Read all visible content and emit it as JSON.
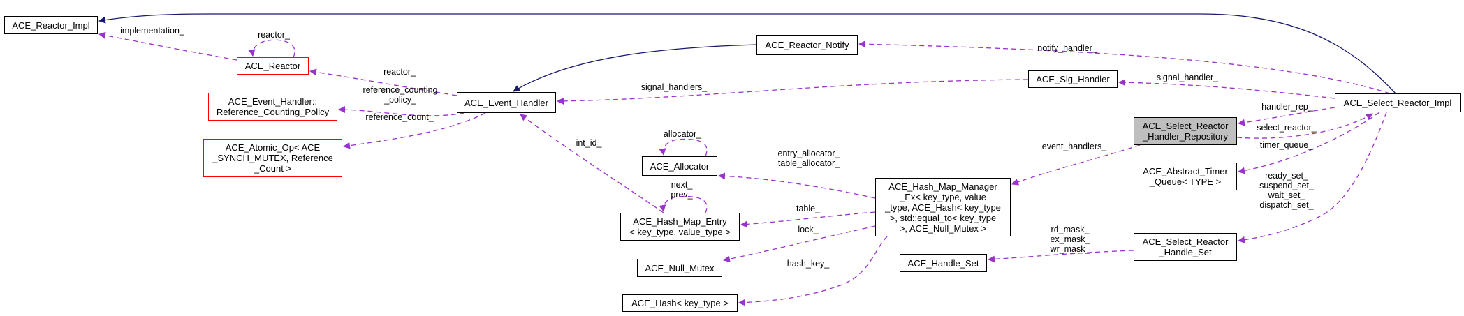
{
  "diagram": {
    "title": "ACE_Select_Reactor_Handler_Repository collaboration graph",
    "colors": {
      "inheritance_edge": "#191970",
      "usage_edge": "#9a32cd",
      "node_border": "#000000",
      "incomplete_node_border": "#ff0000",
      "focus_node_fill": "#bfbfbf"
    },
    "nodes": [
      {
        "id": "reactor_impl",
        "label": "ACE_Reactor_Impl",
        "style": "normal"
      },
      {
        "id": "reactor",
        "label": "ACE_Reactor",
        "style": "red"
      },
      {
        "id": "ref_policy",
        "label": "ACE_Event_Handler::\nReference_Counting_Policy",
        "style": "red"
      },
      {
        "id": "atomic_op",
        "label": "ACE_Atomic_Op< ACE\n_SYNCH_MUTEX, Reference\n_Count >",
        "style": "red"
      },
      {
        "id": "event_handler",
        "label": "ACE_Event_Handler",
        "style": "normal"
      },
      {
        "id": "reactor_notify",
        "label": "ACE_Reactor_Notify",
        "style": "normal"
      },
      {
        "id": "sig_handler",
        "label": "ACE_Sig_Handler",
        "style": "normal"
      },
      {
        "id": "allocator",
        "label": "ACE_Allocator",
        "style": "normal"
      },
      {
        "id": "hash_map_entry",
        "label": "ACE_Hash_Map_Entry\n< key_type, value_type >",
        "style": "normal"
      },
      {
        "id": "null_mutex",
        "label": "ACE_Null_Mutex",
        "style": "normal"
      },
      {
        "id": "ace_hash",
        "label": "ACE_Hash< key_type >",
        "style": "normal"
      },
      {
        "id": "hash_map_manager",
        "label": "ACE_Hash_Map_Manager\n_Ex< key_type, value\n_type, ACE_Hash< key_type\n>, std::equal_to< key_type\n>, ACE_Null_Mutex >",
        "style": "normal"
      },
      {
        "id": "handle_set",
        "label": "ACE_Handle_Set",
        "style": "normal"
      },
      {
        "id": "handler_repository",
        "label": "ACE_Select_Reactor\n_Handler_Repository",
        "style": "focus"
      },
      {
        "id": "timer_queue",
        "label": "ACE_Abstract_Timer\n_Queue< TYPE >",
        "style": "normal"
      },
      {
        "id": "select_handle_set",
        "label": "ACE_Select_Reactor\n_Handle_Set",
        "style": "normal"
      },
      {
        "id": "select_reactor_impl",
        "label": "ACE_Select_Reactor_Impl",
        "style": "normal"
      }
    ],
    "edges": [
      {
        "from": "select_reactor_impl",
        "to": "reactor_impl",
        "kind": "inheritance",
        "label": ""
      },
      {
        "from": "reactor",
        "to": "reactor_impl",
        "kind": "usage",
        "label": "implementation_"
      },
      {
        "from": "reactor",
        "to": "reactor",
        "kind": "usage",
        "label": "reactor_"
      },
      {
        "from": "event_handler",
        "to": "reactor",
        "kind": "usage",
        "label": "reactor_"
      },
      {
        "from": "event_handler",
        "to": "ref_policy",
        "kind": "usage",
        "label": "reference_counting\n_policy_"
      },
      {
        "from": "event_handler",
        "to": "atomic_op",
        "kind": "usage",
        "label": "reference_count_"
      },
      {
        "from": "reactor_notify",
        "to": "event_handler",
        "kind": "inheritance",
        "label": ""
      },
      {
        "from": "sig_handler",
        "to": "event_handler",
        "kind": "usage",
        "label": "signal_handlers_"
      },
      {
        "from": "hash_map_entry",
        "to": "event_handler",
        "kind": "usage",
        "label": "int_id_"
      },
      {
        "from": "allocator",
        "to": "allocator",
        "kind": "usage",
        "label": "allocator_"
      },
      {
        "from": "hash_map_entry",
        "to": "hash_map_entry",
        "kind": "usage",
        "label": "next_\nprev_"
      },
      {
        "from": "hash_map_manager",
        "to": "allocator",
        "kind": "usage",
        "label": "entry_allocator_\ntable_allocator_"
      },
      {
        "from": "hash_map_manager",
        "to": "hash_map_entry",
        "kind": "usage",
        "label": "table_"
      },
      {
        "from": "hash_map_manager",
        "to": "null_mutex",
        "kind": "usage",
        "label": "lock_"
      },
      {
        "from": "hash_map_manager",
        "to": "ace_hash",
        "kind": "usage",
        "label": "hash_key_"
      },
      {
        "from": "handler_repository",
        "to": "hash_map_manager",
        "kind": "usage",
        "label": "event_handlers_"
      },
      {
        "from": "select_handle_set",
        "to": "handle_set",
        "kind": "usage",
        "label": "rd_mask_\nex_mask_\nwr_mask_"
      },
      {
        "from": "select_reactor_impl",
        "to": "reactor_notify",
        "kind": "usage",
        "label": "notify_handler_"
      },
      {
        "from": "select_reactor_impl",
        "to": "sig_handler",
        "kind": "usage",
        "label": "signal_handler_"
      },
      {
        "from": "select_reactor_impl",
        "to": "handler_repository",
        "kind": "usage",
        "label": "handler_rep_"
      },
      {
        "from": "handler_repository",
        "to": "select_reactor_impl",
        "kind": "usage",
        "label": "select_reactor_"
      },
      {
        "from": "select_reactor_impl",
        "to": "timer_queue",
        "kind": "usage",
        "label": "timer_queue_"
      },
      {
        "from": "select_reactor_impl",
        "to": "select_handle_set",
        "kind": "usage",
        "label": "ready_set_\nsuspend_set_\nwait_set_\ndispatch_set_"
      }
    ]
  }
}
